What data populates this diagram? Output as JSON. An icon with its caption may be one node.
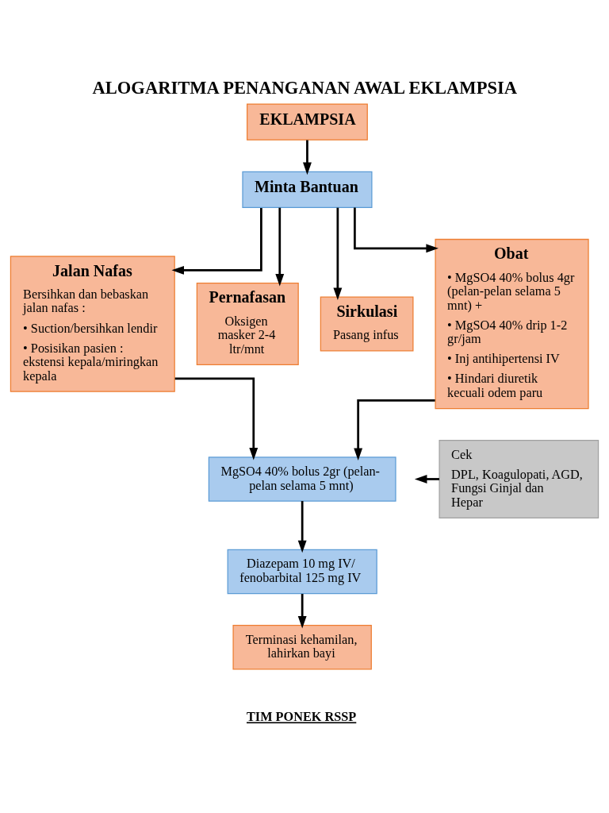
{
  "diagram": {
    "title": "ALOGARITMA PENANGANAN AWAL EKLAMPSIA",
    "nodes": [
      {
        "text": [
          "EKLAMPSIA"
        ]
      },
      {
        "text": [
          "Minta Bantuan"
        ]
      },
      {
        "text": [
          "Jalan Nafas",
          "Bersihkan dan bebaskan jalan nafas :",
          "• Suction/bersihkan lendir",
          "• Posisikan pasien : ekstensi kepala/miringkan kepala"
        ]
      },
      {
        "text": [
          "Pernafasan",
          "Oksigen masker 2-4 ltr/mnt"
        ]
      },
      {
        "text": [
          "Sirkulasi",
          "Pasang infus"
        ]
      },
      {
        "text": [
          "Obat",
          "• MgSO4 40% bolus 4gr (pelan-pelan selama 5 mnt) +",
          "• MgSO4 40% drip 1-2 gr/jam",
          "• Inj antihipertensi IV",
          "• Hindari diuretik kecuali odem paru"
        ]
      },
      {
        "text": [
          "MgSO4 40% bolus 2gr (pelan-pelan selama 5 mnt)"
        ]
      },
      {
        "text": [
          "Cek",
          "DPL, Koagulopati, AGD, Fungsi Ginjal dan Hepar"
        ]
      },
      {
        "text": [
          "Diazepam 10 mg IV/ fenobarbital 125 mg IV"
        ]
      },
      {
        "text": [
          "Terminasi kehamilan, lahirkan bayi"
        ]
      }
    ],
    "edges": [
      {
        "from": 0,
        "to": 1,
        "arrow": "to"
      },
      {
        "from": 1,
        "to": 2,
        "arrow": "to"
      },
      {
        "from": 1,
        "to": 3,
        "arrow": "to"
      },
      {
        "from": 1,
        "to": 4,
        "arrow": "to"
      },
      {
        "from": 1,
        "to": 5,
        "arrow": "to"
      },
      {
        "from": 2,
        "to": 6,
        "arrow": "to"
      },
      {
        "from": 5,
        "to": 6,
        "arrow": "to"
      },
      {
        "from": 6,
        "to": 8,
        "arrow": "to"
      },
      {
        "from": 7,
        "to": null,
        "arrow": "to"
      },
      {
        "from": 8,
        "to": 9,
        "arrow": "to"
      }
    ],
    "labels": [
      "TIM PONEK RSSP"
    ]
  }
}
